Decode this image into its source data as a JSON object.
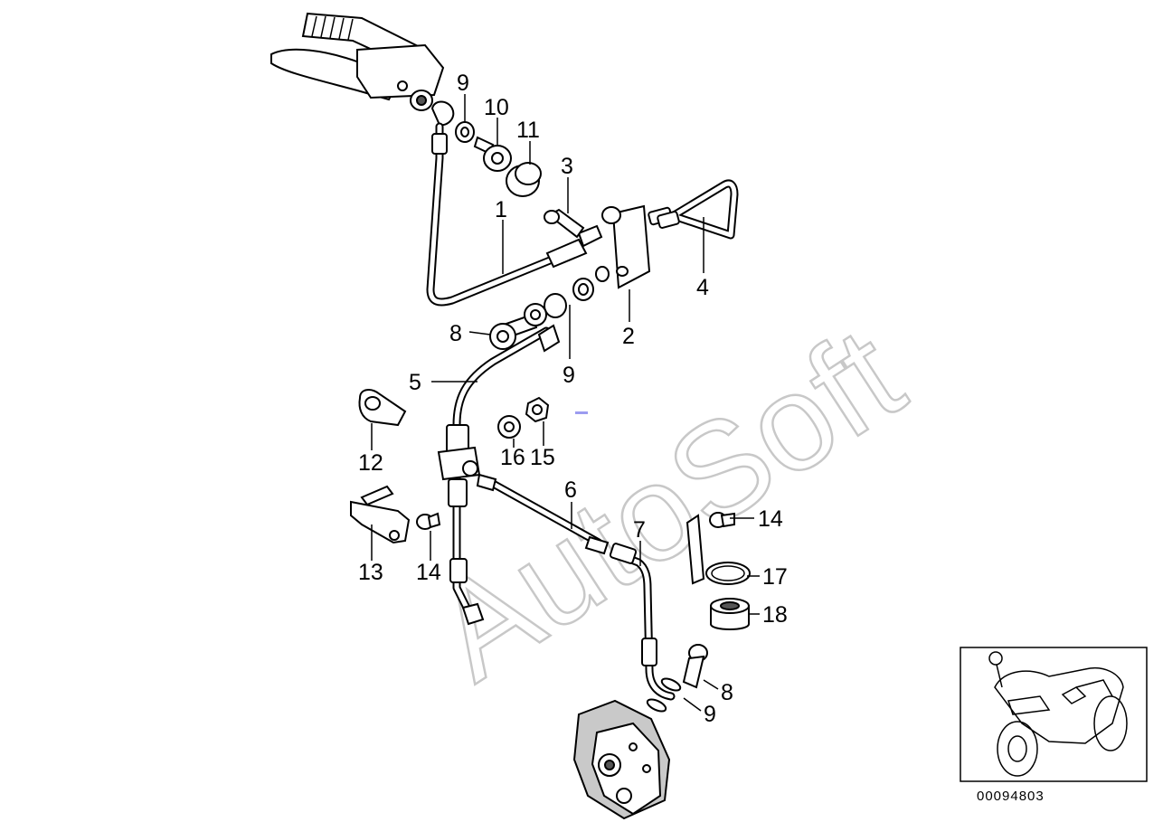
{
  "catalog_number": "00094803",
  "watermark": "AutoSoft",
  "labels": {
    "p1": "1",
    "p2": "2",
    "p3": "3",
    "p4": "4",
    "p5": "5",
    "p6": "6",
    "p7": "7",
    "p8a": "8",
    "p8b": "8",
    "p9a": "9",
    "p9b": "9",
    "p9c": "9",
    "p10": "10",
    "p11": "11",
    "p12": "12",
    "p13": "13",
    "p14a": "14",
    "p14b": "14",
    "p15": "15",
    "p16": "16",
    "p17": "17",
    "p18": "18"
  },
  "icons": [
    "handlebar-lever-icon",
    "brake-caliper-icon",
    "motorcycle-thumbnail-icon"
  ]
}
